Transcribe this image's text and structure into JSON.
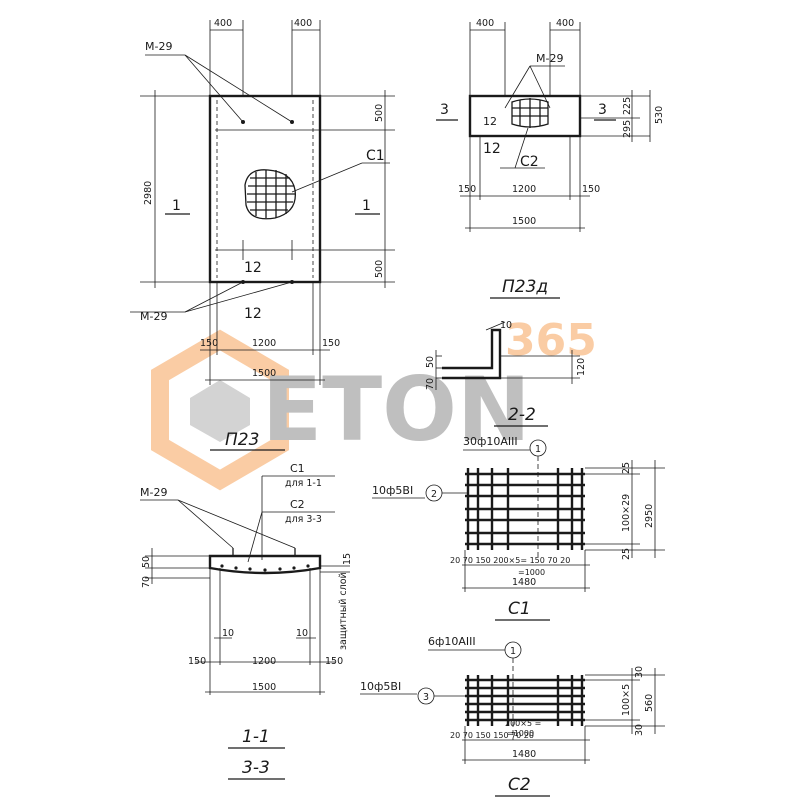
{
  "plan_p23": {
    "dim_top_left": "400",
    "dim_top_right": "400",
    "mark_top": "М-29",
    "mark_bottom": "М-29",
    "height_total": "2980",
    "dim_top_500": "500",
    "dim_bottom_500": "500",
    "mesh_label": "С1",
    "bar_label": "12",
    "bar_label_below": "12",
    "section_left": "1",
    "section_right": "1",
    "dim_150_left": "150",
    "dim_1200": "1200",
    "dim_150_right": "150",
    "dim_1500": "1500",
    "title": "П23"
  },
  "plan_p23d": {
    "dim_top_left": "400",
    "dim_top_right": "400",
    "mark": "М-29",
    "section_left": "3",
    "section_right": "3",
    "dim_225": "225",
    "dim_295": "295",
    "dim_530": "530",
    "bar_label": "12",
    "bar_label_below": "12",
    "mesh_label": "С2",
    "dim_150_left": "150",
    "dim_1200": "1200",
    "dim_150_right": "150",
    "dim_1500": "1500",
    "title": "П23д"
  },
  "section_2_2": {
    "dim_10": "10",
    "dim_50": "50",
    "dim_70": "70",
    "dim_120": "120",
    "title": "2-2"
  },
  "section_1_1": {
    "mark": "М-29",
    "mesh_c1": "С1",
    "mesh_c1_note": "для 1-1",
    "mesh_c2": "С2",
    "mesh_c2_note": "для 3-3",
    "dim_50": "50",
    "dim_70": "70",
    "dim_15": "15",
    "protective_layer": "защитный слой",
    "dim_10_left": "10",
    "dim_10_right": "10",
    "dim_150_left": "150",
    "dim_1200": "1200",
    "dim_150_right": "150",
    "dim_1500": "1500",
    "title_top": "1-1",
    "title_bottom": "3-3"
  },
  "mesh_c1": {
    "rebar_main": "30ф10АIII",
    "pos_main": "1",
    "rebar_cross": "10ф5ВI",
    "pos_cross": "2",
    "dim_25_top": "25",
    "dim_100x29": "100×29",
    "dim_2950": "2950",
    "dim_25_bottom": "25",
    "dim_bottom_row": "20  70  150     200×5=     150  70  20",
    "dim_1000": "=1000",
    "dim_1480": "1480",
    "title": "С1"
  },
  "mesh_c2": {
    "rebar_main": "6ф10АIII",
    "pos_main": "1",
    "rebar_cross": "10ф5ВI",
    "pos_cross": "3",
    "dim_30_top": "30",
    "dim_100x5": "100×5",
    "dim_560": "560",
    "dim_30_bottom": "30",
    "dim_200x5": "200×5 =",
    "dim_1000": "=1000",
    "dim_bottom_row": "20  70  150                     150  70  20",
    "dim_1480": "1480",
    "title": "С2"
  },
  "watermark": {
    "text": "ETON",
    "number": "365",
    "color_orange": "#f6a35a",
    "color_gray": "#8c8c8c"
  }
}
